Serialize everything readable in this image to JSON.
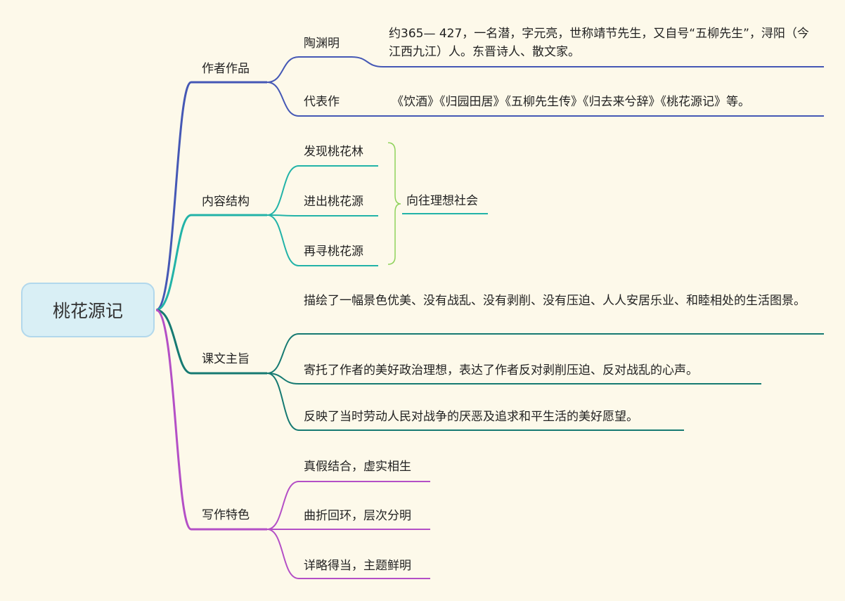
{
  "root": {
    "label": "桃花源记"
  },
  "colors": {
    "author": "#4558b5",
    "content": "#22b3a8",
    "theme": "#167a72",
    "style": "#b44fc6",
    "brace": "#8ed25a"
  },
  "branches": {
    "author": {
      "label": "作者作品",
      "tao": {
        "label": "陶渊明",
        "text": "约365— 427，一名潜，字元亮，世称靖节先生，又自号“五柳先生”，浔阳（今江西九江）人。东晋诗人、散文家。"
      },
      "works": {
        "label": "代表作",
        "text": "《饮酒》《归园田居》《五柳先生传》《归去来兮辞》《桃花源记》等。"
      }
    },
    "content": {
      "label": "内容结构",
      "items": [
        "发现桃花林",
        "进出桃花源",
        "再寻桃花源"
      ],
      "summary": "向往理想社会"
    },
    "theme": {
      "label": "课文主旨",
      "items": [
        "描绘了一幅景色优美、没有战乱、没有剥削、没有压迫、人人安居乐业、和睦相处的生活图景。",
        "寄托了作者的美好政治理想，表达了作者反对剥削压迫、反对战乱的心声。",
        "反映了当时劳动人民对战争的厌恶及追求和平生活的美好愿望。"
      ]
    },
    "style": {
      "label": "写作特色",
      "items": [
        "真假结合，虚实相生",
        "曲折回环，层次分明",
        "详略得当，主题鲜明"
      ]
    }
  }
}
